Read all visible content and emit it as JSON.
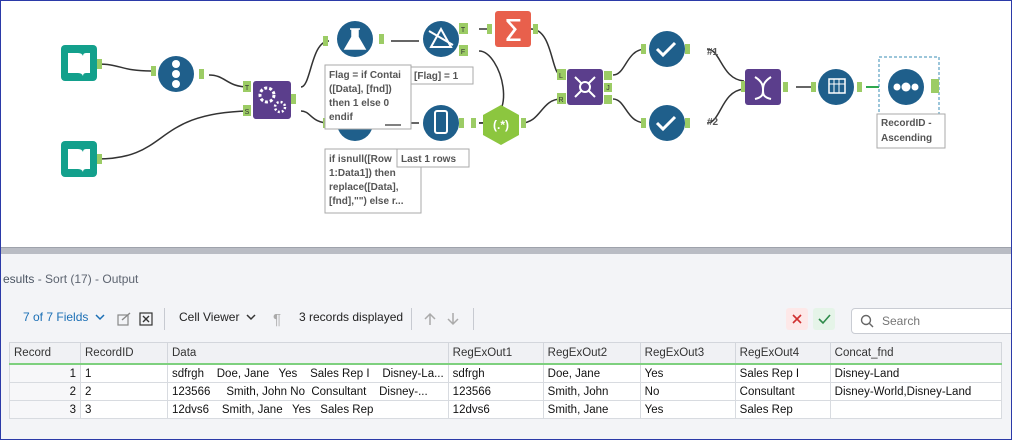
{
  "canvas": {
    "annotations": {
      "formula_flag": [
        "Flag = if Contai",
        "([Data], [fnd])",
        "then 1 else 0",
        "endif"
      ],
      "filter_flag": "[Flag] = 1",
      "formula_replace": [
        "if isnull([Row",
        "1:Data1]) then",
        "replace([Data],",
        "[fnd],\"\") else r..."
      ],
      "sample": "Last 1 rows",
      "sort": [
        "RecordID -",
        "Ascending"
      ],
      "out1": "#1",
      "out2": "#2"
    },
    "anchors": {
      "T": "T",
      "F": "F",
      "S": "S",
      "L": "L",
      "R": "R",
      "J": "J"
    }
  },
  "results": {
    "title_prefix": "esults",
    "title": " - Sort (17) - Output",
    "fields_label": "7 of 7 Fields",
    "viewer_label": "Cell Viewer",
    "records_label": "3 records displayed",
    "search_placeholder": "Search",
    "columns": [
      "Record",
      "RecordID",
      "Data",
      "RegExOut1",
      "RegExOut2",
      "RegExOut3",
      "RegExOut4",
      "Concat_fnd"
    ],
    "rows": [
      [
        "1",
        "1",
        "sdfrgh    Doe, Jane   Yes    Sales Rep I    Disney-La...",
        "sdfrgh",
        "Doe, Jane",
        "Yes",
        "Sales Rep I",
        "Disney-Land"
      ],
      [
        "2",
        "2",
        "123566     Smith, John No  Consultant    Disney-...",
        "123566",
        "Smith, John",
        "No",
        "Consultant",
        "Disney-World,Disney-Land"
      ],
      [
        "3",
        "3",
        "12dvs6    Smith, Jane   Yes   Sales Rep",
        "12dvs6",
        "Smith, Jane",
        "Yes",
        "Sales Rep",
        ""
      ]
    ]
  },
  "colors": {
    "accent": "#1b6fb5",
    "tool_blue": "#1f5f8b",
    "tool_purple": "#5b3e8c",
    "tool_teal": "#13a08c",
    "tool_green": "#8cc63f",
    "tool_orange": "#e8604c",
    "anchor": "#9ccc65"
  }
}
